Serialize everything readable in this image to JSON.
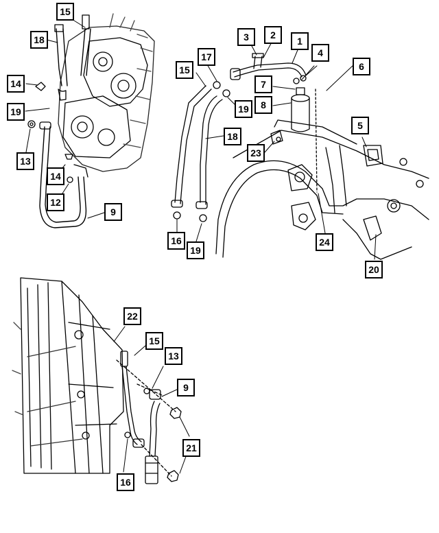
{
  "callouts": [
    {
      "id": "c15a",
      "label": "15"
    },
    {
      "id": "c18a",
      "label": "18"
    },
    {
      "id": "c14a",
      "label": "14"
    },
    {
      "id": "c19a",
      "label": "19"
    },
    {
      "id": "c13a",
      "label": "13"
    },
    {
      "id": "c14b",
      "label": "14"
    },
    {
      "id": "c12",
      "label": "12"
    },
    {
      "id": "c9a",
      "label": "9"
    },
    {
      "id": "c3",
      "label": "3"
    },
    {
      "id": "c2",
      "label": "2"
    },
    {
      "id": "c1",
      "label": "1"
    },
    {
      "id": "c4",
      "label": "4"
    },
    {
      "id": "c6",
      "label": "6"
    },
    {
      "id": "c15b",
      "label": "15"
    },
    {
      "id": "c17",
      "label": "17"
    },
    {
      "id": "c7",
      "label": "7"
    },
    {
      "id": "c8",
      "label": "8"
    },
    {
      "id": "c19b",
      "label": "19"
    },
    {
      "id": "c18b",
      "label": "18"
    },
    {
      "id": "c23",
      "label": "23"
    },
    {
      "id": "c5",
      "label": "5"
    },
    {
      "id": "c16a",
      "label": "16"
    },
    {
      "id": "c19c",
      "label": "19"
    },
    {
      "id": "c24",
      "label": "24"
    },
    {
      "id": "c20",
      "label": "20"
    },
    {
      "id": "c22",
      "label": "22"
    },
    {
      "id": "c15c",
      "label": "15"
    },
    {
      "id": "c13b",
      "label": "13"
    },
    {
      "id": "c9b",
      "label": "9"
    },
    {
      "id": "c21",
      "label": "21"
    },
    {
      "id": "c16b",
      "label": "16"
    }
  ]
}
